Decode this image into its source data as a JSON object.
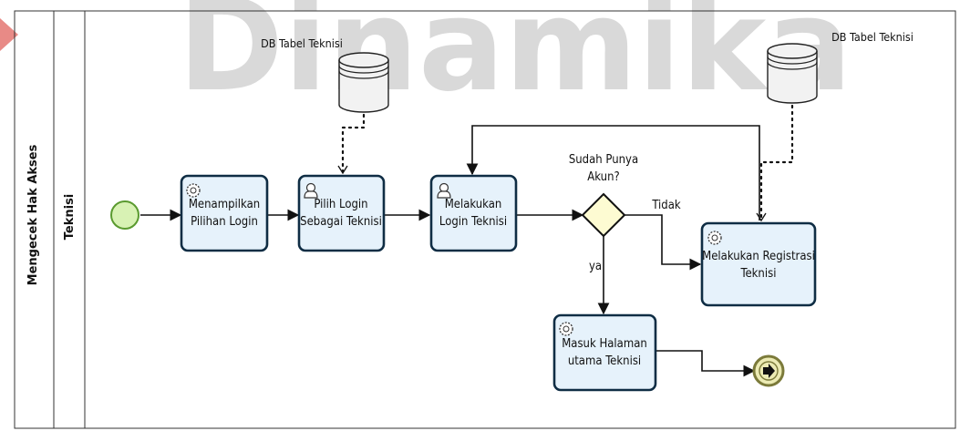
{
  "watermark": {
    "text": "Dinamika",
    "color": "#d9d9d9"
  },
  "pool": {
    "label": "Mengecek Hak Akses"
  },
  "lane": {
    "label": "Teknisi"
  },
  "data_stores": [
    {
      "id": "db1",
      "label": "DB Tabel Teknisi"
    },
    {
      "id": "db2",
      "label": "DB Tabel Teknisi"
    }
  ],
  "tasks": [
    {
      "id": "t1",
      "type": "service",
      "lines": [
        "Menampilkan",
        "Pilihan Login"
      ]
    },
    {
      "id": "t2",
      "type": "user",
      "lines": [
        "Pilih Login",
        "Sebagai Teknisi"
      ]
    },
    {
      "id": "t3",
      "type": "user",
      "lines": [
        "Melakukan",
        "Login Teknisi"
      ]
    },
    {
      "id": "t4",
      "type": "service",
      "lines": [
        "Melakukan Registrasi",
        "Teknisi"
      ]
    },
    {
      "id": "t5",
      "type": "service",
      "lines": [
        "Masuk Halaman",
        "utama Teknisi"
      ]
    }
  ],
  "gateway": {
    "lines": [
      "Sudah Punya",
      "Akun?"
    ]
  },
  "flow_labels": {
    "no": "Tidak",
    "yes": "ya"
  },
  "colors": {
    "task_fill": "#e6f2fb",
    "task_stroke": "#0f2d44",
    "start_fill": "#d8f2b4",
    "start_stroke": "#5a9a2f",
    "gateway_fill": "#fdfbd2",
    "end_fill": "#ecebb4",
    "end_stroke": "#7b7a3a"
  }
}
